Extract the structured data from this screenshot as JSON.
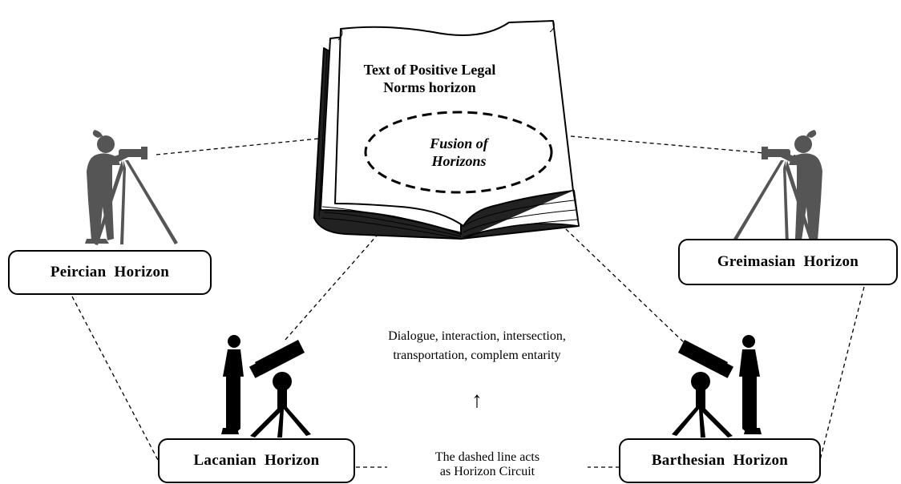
{
  "book": {
    "title_line1": "Text of Positive Legal",
    "title_line2": "Norms horizon"
  },
  "fusion": {
    "line1": "Fusion of",
    "line2": "Horizons"
  },
  "horizons": {
    "peircian": "Peircian  Horizon",
    "greimasian": "Greimasian  Horizon",
    "lacanian": "Lacanian  Horizon",
    "barthesian": "Barthesian  Horizon"
  },
  "center": {
    "line1": "Dialogue, interaction, intersection,",
    "line2": "transportation, complem entarity",
    "arrow": "↑"
  },
  "circuit": {
    "line1": "The dashed line acts",
    "line2": "as Horizon Circuit"
  },
  "icons": [
    "book-icon",
    "surveyor-icon",
    "astronomer-icon"
  ],
  "colors": {
    "ink": "#000000",
    "silhouette_gray": "#555555",
    "book_page": "#ffffff"
  }
}
